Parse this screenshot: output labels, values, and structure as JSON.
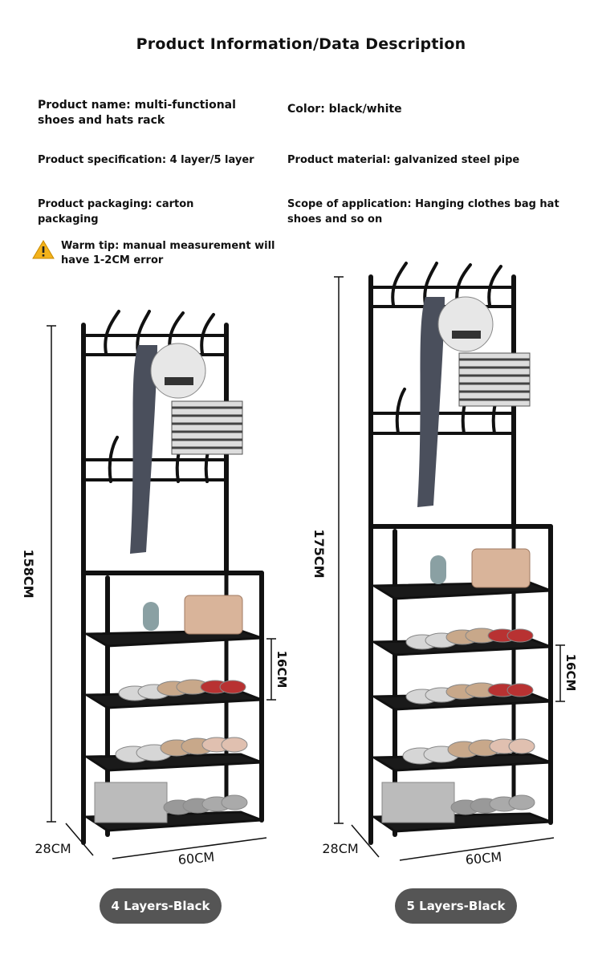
{
  "header": {
    "title": "Product Information/Data Description"
  },
  "info": {
    "name": "Product name: multi-functional shoes and hats rack",
    "color": "Color: black/white",
    "spec": "Product specification: 4 layer/5 layer",
    "material": "Product material: galvanized steel pipe",
    "packaging": "Product packaging: carton packaging",
    "scope": "Scope of application: Hanging clothes bag hat shoes and so on"
  },
  "warning": {
    "text": "Warm tip: manual measurement will have 1-2CM error",
    "icon": "warning-icon"
  },
  "left_product": {
    "height": "158CM",
    "shelf_gap": "16CM",
    "depth": "28CM",
    "width": "60CM",
    "label": "4 Layers-Black"
  },
  "right_product": {
    "height": "175CM",
    "shelf_gap": "16CM",
    "depth": "28CM",
    "width": "60CM",
    "label": "5 Layers-Black"
  },
  "colors": {
    "pill": "#555555",
    "rack": "#111111",
    "text": "#111111"
  }
}
